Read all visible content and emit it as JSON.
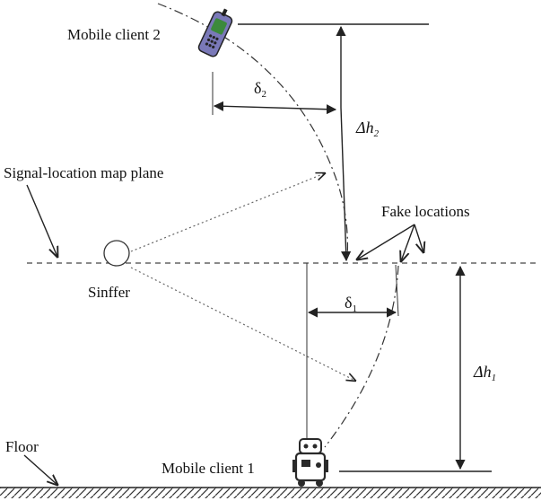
{
  "labels": {
    "mobile_client_2": "Mobile client 2",
    "mobile_client_1": "Mobile client 1",
    "map_plane": "Signal-location map plane",
    "fake_locations": "Fake locations",
    "sniffer": "Sinffer",
    "floor": "Floor"
  },
  "symbols": {
    "delta2": {
      "base": "δ",
      "sub": "2"
    },
    "delta1": {
      "base": "δ",
      "sub": "1"
    },
    "dh2": {
      "base": "Δh",
      "sub": "2"
    },
    "dh1": {
      "base": "Δh",
      "sub": "1"
    }
  },
  "colors": {
    "ink": "#222222",
    "phone_body": "#7a79b8",
    "phone_screen": "#3c8a3c",
    "robot": "#2a2a2a"
  }
}
